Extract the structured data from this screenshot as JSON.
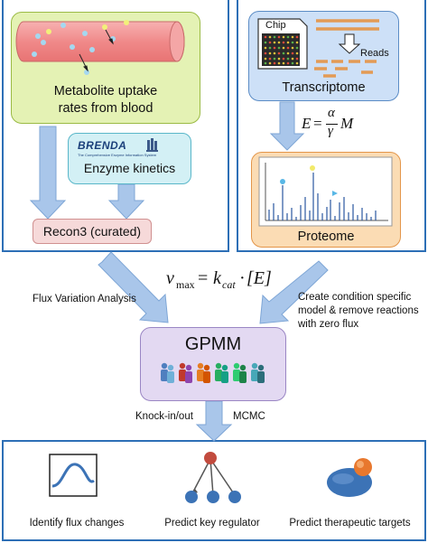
{
  "metabolite": {
    "line1": "Metabolite uptake",
    "line2": "rates from blood"
  },
  "brenda": {
    "logo": "BRENDA",
    "tagline": "The Comprehensive Enzyme Information System",
    "label": "Enzyme kinetics"
  },
  "recon": {
    "label": "Recon3 (curated)"
  },
  "transcriptome": {
    "chip": "Chip",
    "reads": "Reads",
    "label": "Transcriptome"
  },
  "equation_e": {
    "lhs": "E",
    "eq": "=",
    "num": "α",
    "den": "γ",
    "m": "M"
  },
  "proteome": {
    "label": "Proteome"
  },
  "vmax_eq": {
    "v": "v",
    "sub": "max",
    "eq": "=",
    "k": "k",
    "ksub": "cat",
    "dot": "·",
    "e": "[E]"
  },
  "left_annotation": "Flux Variation Analysis",
  "right_annotation": {
    "line1": "Create condition specific",
    "line2": "model & remove reactions",
    "line3": "with zero flux"
  },
  "gpmm": {
    "label": "GPMM"
  },
  "bottom_labels": {
    "knock": "Knock-in/out",
    "mcmc": "MCMC"
  },
  "outputs": [
    {
      "label": "Identify flux changes"
    },
    {
      "label": "Predict key regulator"
    },
    {
      "label": "Predict therapeutic targets"
    }
  ],
  "colors": {
    "frame_blue": "#2d6fb6",
    "arrow_blue": "#a9c6ea",
    "green_fill": "#e4f2b4",
    "green_border": "#9bbb45",
    "cyan_fill": "#d3f0f5",
    "cyan_border": "#5ab7c9",
    "pink_fill": "#f6d9d9",
    "pink_border": "#d09090",
    "blue_fill": "#cde0f7",
    "blue_border": "#5b8cc6",
    "orange_fill": "#fbdcb4",
    "orange_border": "#e3964a",
    "purple_fill": "#e3d9f2",
    "purple_border": "#9a86c4",
    "regulator_red": "#c24b3e",
    "node_blue": "#3c73b6"
  }
}
